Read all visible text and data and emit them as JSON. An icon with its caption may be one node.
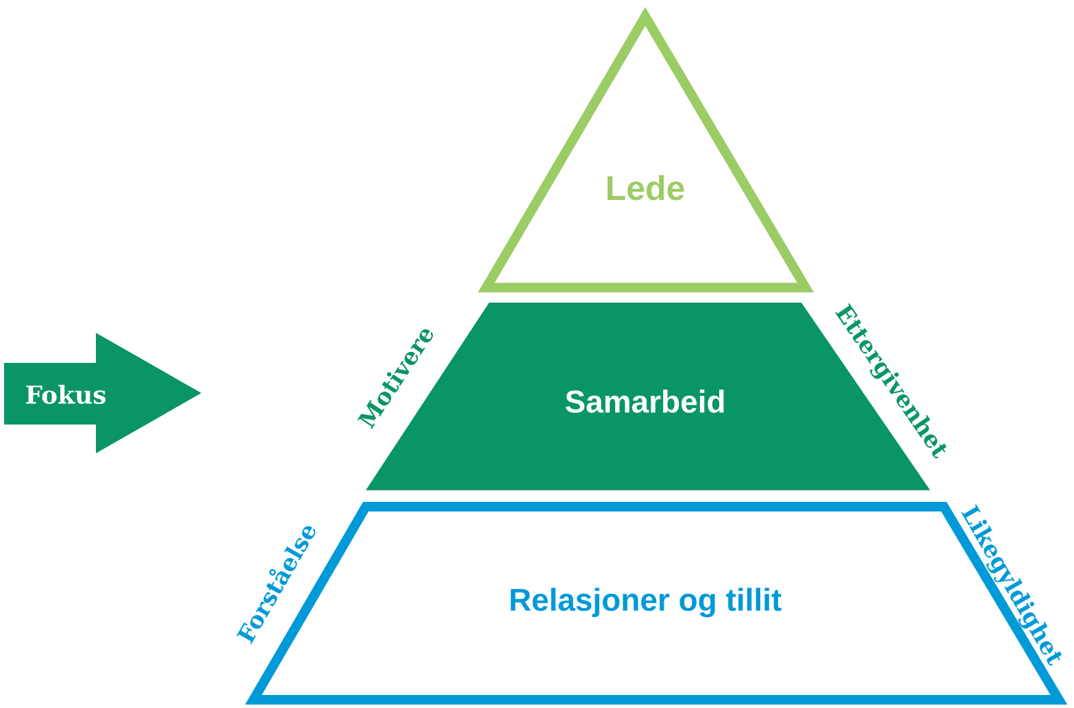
{
  "diagram": {
    "nodes": [
      {
        "text": [
          "Lede"
        ]
      },
      {
        "text": [
          "Samarbeid"
        ],
        "beside": [
          "Motivere",
          "Ettergivenhet"
        ]
      },
      {
        "text": [
          "Relasjoner og tillit"
        ],
        "beside": [
          "Forståelse",
          "Likegyldighet"
        ]
      },
      {
        "text": [
          "Fokus"
        ]
      }
    ]
  }
}
